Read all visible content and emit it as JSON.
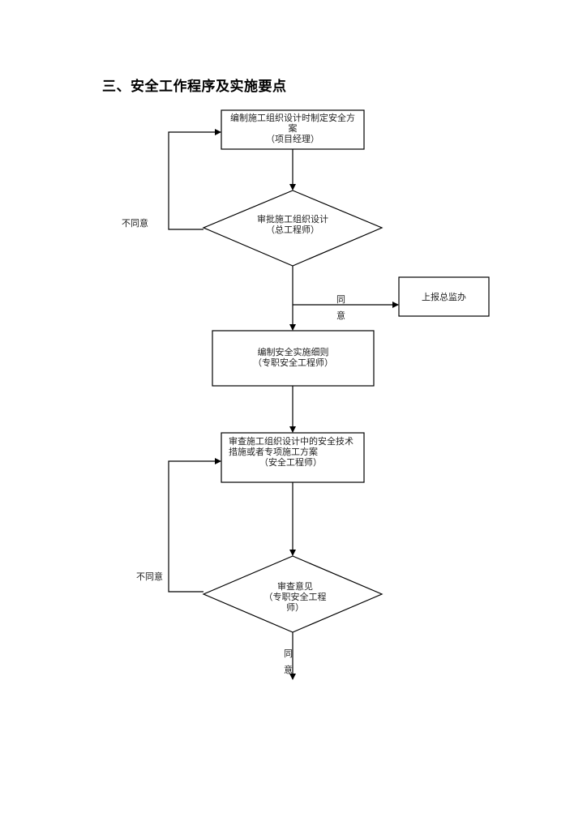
{
  "title": "三、安全工作程序及实施要点",
  "nodes": {
    "step1": {
      "line1": "编制施工组织设计时制定安全方",
      "line2": "案",
      "line3": "（项目经理）"
    },
    "decision1": {
      "line1": "审批施工组织设计",
      "line2": "（总工程师）"
    },
    "report": {
      "label": "上报总监办"
    },
    "step2": {
      "line1": "编制安全实施细则",
      "line2": "（专职安全工程师）"
    },
    "step3": {
      "line1": "审查施工组织设计中的安全技术",
      "line2": "措施或者专项施工方案",
      "line3": "（安全工程师）"
    },
    "decision2": {
      "line1": "审查意见",
      "line2": "（专职安全工程",
      "line3": "师）"
    }
  },
  "edge_labels": {
    "reject1": "不同意",
    "approve1_a": "同",
    "approve1_b": "意",
    "reject2": "不同意",
    "approve2_a": "同",
    "approve2_b": "意"
  }
}
